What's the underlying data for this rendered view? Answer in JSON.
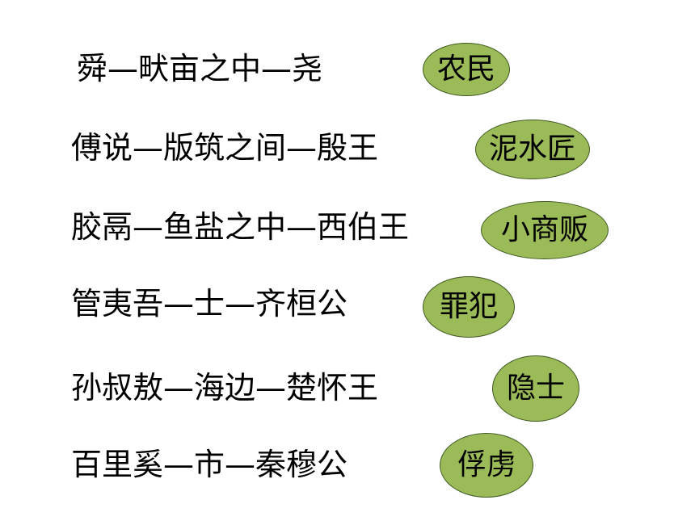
{
  "rows": [
    {
      "text": "舜—畎亩之中—尧",
      "tag": "农民"
    },
    {
      "text": "傅说—版筑之间—殷王",
      "tag": "泥水匠"
    },
    {
      "text": "胶鬲—鱼盐之中—西伯王",
      "tag": "小商贩"
    },
    {
      "text": "管夷吾—士—齐桓公",
      "tag": "罪犯"
    },
    {
      "text": "孙叔敖—海边—楚怀王",
      "tag": "隐士"
    },
    {
      "text": "百里奚—市—秦穆公",
      "tag": "俘虏"
    }
  ],
  "colors": {
    "badge_fill": "#9bbb59",
    "badge_border": "#3f5a1f",
    "text": "#000000",
    "background": "#ffffff"
  }
}
